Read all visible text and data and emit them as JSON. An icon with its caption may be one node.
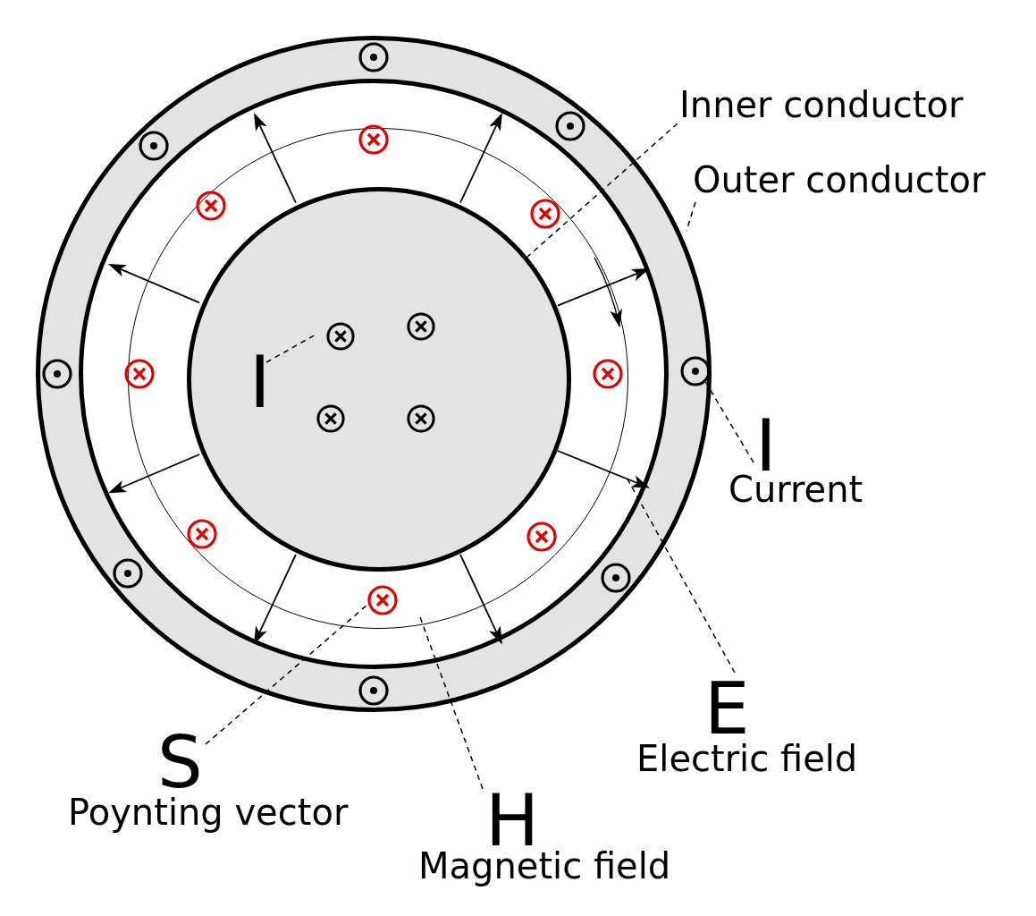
{
  "diagram": {
    "nodes": [
      {
        "text": [],
        "shape": "circle"
      },
      {
        "text": [],
        "shape": "circle",
        "in": 0
      },
      {
        "text": [],
        "shape": "circle",
        "in": 1
      },
      {
        "text": [],
        "shape": "circle",
        "in": 2
      },
      {
        "text": [
          "I"
        ],
        "in": 2
      },
      {
        "text": [],
        "shape": "circle",
        "in": 0
      },
      {
        "text": [],
        "shape": "circle",
        "in": 1
      },
      {
        "text": [],
        "shape": "arrow",
        "in": 0
      },
      {
        "text": [],
        "shape": "arrow",
        "in": 0
      },
      {
        "text": [],
        "shape": "arrow",
        "in": 0
      },
      {
        "text": [],
        "shape": "arrow",
        "in": 0
      },
      {
        "text": [],
        "shape": "arrow",
        "in": 0
      },
      {
        "text": [],
        "shape": "arrow",
        "in": 0
      },
      {
        "text": [],
        "shape": "arrow",
        "in": 0
      },
      {
        "text": [],
        "shape": "arrow",
        "in": 0
      },
      {
        "text": [
          "Inner conductor"
        ]
      },
      {
        "text": [
          "Outer conductor"
        ]
      },
      {
        "text": [
          "I",
          "Current"
        ]
      },
      {
        "text": [
          "E",
          "Electric field"
        ]
      },
      {
        "text": [
          "S",
          "Poynting vector"
        ]
      },
      {
        "text": [
          "H",
          "Magnetic field"
        ]
      }
    ],
    "edges": [
      {
        "from": 15,
        "to": 2,
        "arrow": "none",
        "style": "dashed"
      },
      {
        "from": 16,
        "to": 0,
        "arrow": "none",
        "style": "dashed"
      },
      {
        "from": 4,
        "to": 3,
        "arrow": "none",
        "style": "dashed"
      },
      {
        "from": 17,
        "to": 5,
        "arrow": "none",
        "style": "dashed"
      },
      {
        "from": 18,
        "to": 12,
        "arrow": "none",
        "style": "dashed"
      },
      {
        "from": 19,
        "to": 6,
        "arrow": "none",
        "style": "dashed"
      },
      {
        "from": 20,
        "to": 1,
        "arrow": "none",
        "style": "dashed"
      }
    ]
  }
}
